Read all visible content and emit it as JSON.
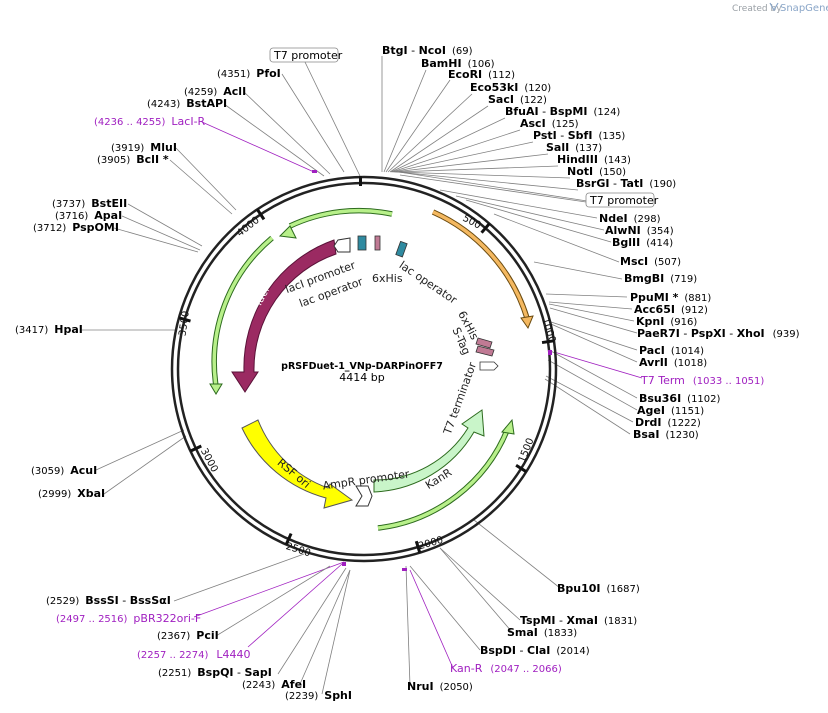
{
  "header": {
    "created_by": "Created by",
    "brand": "SnapGene"
  },
  "plasmid": {
    "name": "pRSFDuet-1_VNp-DARPinOFF7",
    "length": "4414 bp"
  },
  "ruler": [
    "500",
    "1000",
    "1500",
    "2000",
    "2500",
    "3000",
    "3500",
    "4000"
  ],
  "features": [
    {
      "label": "lacI",
      "color": "#9b2a62"
    },
    {
      "label": "RSF ori",
      "color": "#ffff00"
    },
    {
      "label": "KanR",
      "color": "#c9f5c9"
    },
    {
      "label": "lacI promoter",
      "color": "#ffffff"
    },
    {
      "label": "lac operator",
      "color": "#ffffff"
    },
    {
      "label": "6xHis",
      "color": "#ffffff"
    },
    {
      "label": "lac operator",
      "color": "#2f8aa0"
    },
    {
      "label": "6xHis",
      "color": "#c07a94"
    },
    {
      "label": "S-Tag",
      "color": "#ffffff"
    },
    {
      "label": "T7 terminator",
      "color": "#ffffff"
    },
    {
      "label": "AmpR promoter",
      "color": "#ffffff"
    }
  ],
  "boxed_labels": [
    "T7 promoter",
    "T7 promoter"
  ],
  "sites_right": [
    {
      "name": "BtgI",
      "name2": "NcoI",
      "pos": "(69)"
    },
    {
      "name": "BamHI",
      "pos": "(106)"
    },
    {
      "name": "EcoRI",
      "pos": "(112)"
    },
    {
      "name": "Eco53kI",
      "pos": "(120)"
    },
    {
      "name": "SacI",
      "pos": "(122)"
    },
    {
      "name": "BfuAI",
      "name2": "BspMI",
      "pos": "(124)"
    },
    {
      "name": "AscI",
      "pos": "(125)"
    },
    {
      "name": "PstI",
      "name2": "SbfI",
      "pos": "(135)"
    },
    {
      "name": "SalI",
      "pos": "(137)"
    },
    {
      "name": "HindIII",
      "pos": "(143)"
    },
    {
      "name": "NotI",
      "pos": "(150)"
    },
    {
      "name": "BsrGI",
      "name2": "TatI",
      "pos": "(190)"
    },
    {
      "name": "NdeI",
      "pos": "(298)"
    },
    {
      "name": "AlwNI",
      "pos": "(354)"
    },
    {
      "name": "BglII",
      "pos": "(414)"
    },
    {
      "name": "MscI",
      "pos": "(507)"
    },
    {
      "name": "BmgBI",
      "pos": "(719)"
    },
    {
      "name": "PpuMI *",
      "pos": "(881)"
    },
    {
      "name": "Acc65I",
      "pos": "(912)"
    },
    {
      "name": "KpnI",
      "pos": "(916)"
    },
    {
      "name": "PaeR7I",
      "name2": "PspXI",
      "name3": "XhoI",
      "pos": "(939)"
    },
    {
      "name": "PacI",
      "pos": "(1014)"
    },
    {
      "name": "AvrII",
      "pos": "(1018)"
    },
    {
      "name": "Bsu36I",
      "pos": "(1102)"
    },
    {
      "name": "AgeI",
      "pos": "(1151)"
    },
    {
      "name": "DrdI",
      "pos": "(1222)"
    },
    {
      "name": "BsaI",
      "pos": "(1230)"
    },
    {
      "name": "Bpu10I",
      "pos": "(1687)"
    },
    {
      "name": "TspMI",
      "name2": "XmaI",
      "pos": "(1831)"
    },
    {
      "name": "SmaI",
      "pos": "(1833)"
    },
    {
      "name": "BspDI",
      "name2": "ClaI",
      "pos": "(2014)"
    },
    {
      "name": "NruI",
      "pos": "(2050)"
    },
    {
      "name": "SphI",
      "pos": "(2239)"
    }
  ],
  "sites_left": [
    {
      "name": "PfoI",
      "pos": "(4351)"
    },
    {
      "name": "AclI",
      "pos": "(4259)"
    },
    {
      "name": "BstAPI",
      "pos": "(4243)"
    },
    {
      "name": "MluI",
      "pos": "(3919)"
    },
    {
      "name": "BclI *",
      "pos": "(3905)"
    },
    {
      "name": "BstEII",
      "pos": "(3737)"
    },
    {
      "name": "ApaI",
      "pos": "(3716)"
    },
    {
      "name": "PspOMI",
      "pos": "(3712)"
    },
    {
      "name": "HpaI",
      "pos": "(3417)"
    },
    {
      "name": "AcuI",
      "pos": "(3059)"
    },
    {
      "name": "XbaI",
      "pos": "(2999)"
    },
    {
      "name": "BssSI",
      "name2": "BssSαI",
      "pos": "(2529)"
    },
    {
      "name": "PciI",
      "pos": "(2367)"
    },
    {
      "name": "BspQI",
      "name2": "SapI",
      "pos": "(2251)"
    },
    {
      "name": "AfeI",
      "pos": "(2243)"
    }
  ],
  "primers": [
    {
      "name": "LacI-R",
      "range": "(4236 .. 4255)"
    },
    {
      "name": "T7 Term",
      "range": "(1033 .. 1051)"
    },
    {
      "name": "pBR322ori-F",
      "range": "(2497 .. 2516)"
    },
    {
      "name": "L4440",
      "range": "(2257 .. 2274)"
    },
    {
      "name": "Kan-R",
      "range": "(2047 .. 2066)"
    }
  ]
}
